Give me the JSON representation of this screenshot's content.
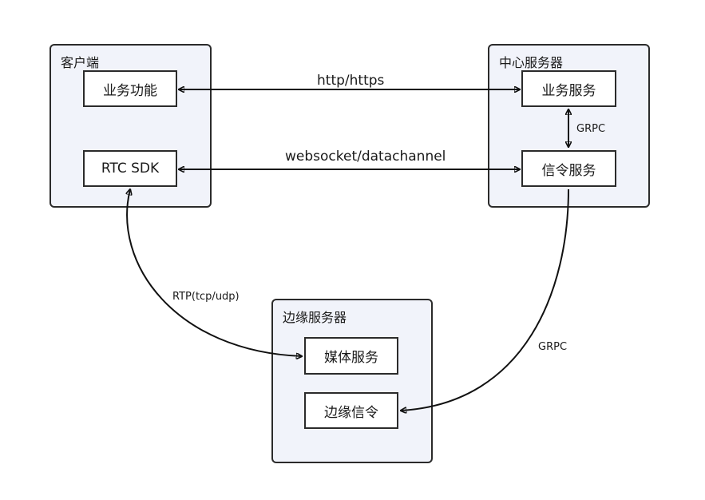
{
  "groups": {
    "client": {
      "title": "客户端",
      "nodes": {
        "business": "业务功能",
        "rtc_sdk": "RTC SDK"
      }
    },
    "center": {
      "title": "中心服务器",
      "nodes": {
        "business_service": "业务服务",
        "signal_service": "信令服务"
      }
    },
    "edge": {
      "title": "边缘服务器",
      "nodes": {
        "media_service": "媒体服务",
        "edge_signal": "边缘信令"
      }
    }
  },
  "edges": {
    "http": "http/https",
    "ws": "websocket/datachannel",
    "grpc_center": "GRPC",
    "grpc_edge": "GRPC",
    "rtp": "RTP(tcp/udp)"
  }
}
